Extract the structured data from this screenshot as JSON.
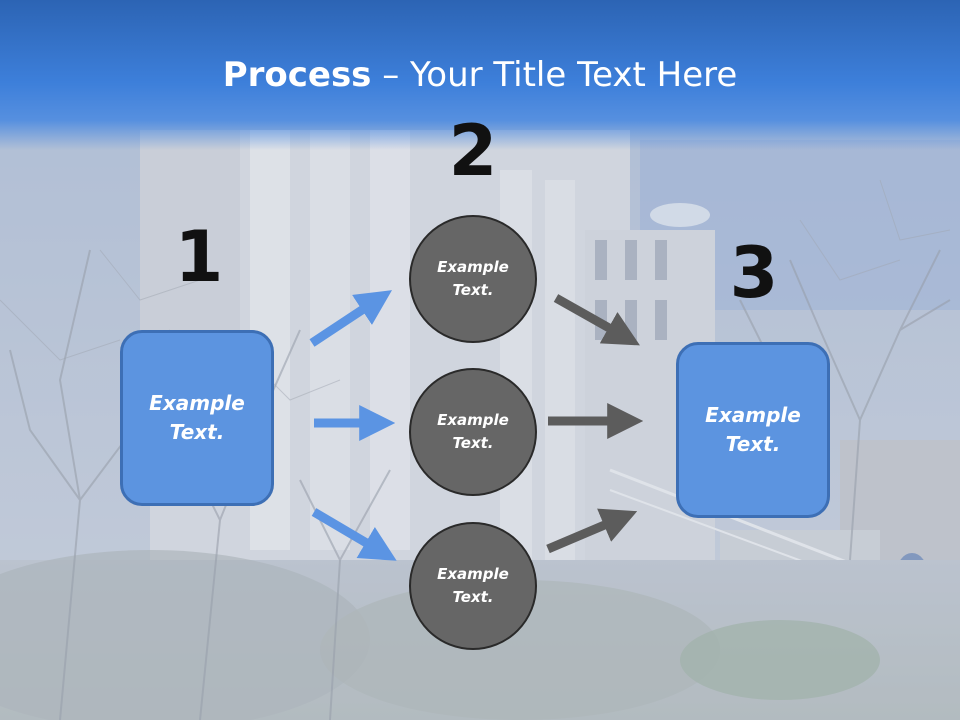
{
  "slide": {
    "title_bold": "Process",
    "title_rest": " – Your Title Text Here",
    "steps": [
      {
        "number": "1",
        "label": "Example Text."
      },
      {
        "number": "2",
        "label": "Example Text."
      },
      {
        "number": "3",
        "label": "Example Text."
      }
    ],
    "middle_nodes": [
      {
        "label": "Example Text."
      },
      {
        "label": "Example Text."
      },
      {
        "label": "Example Text."
      }
    ]
  },
  "colors": {
    "header": "#3d7fda",
    "box_fill": "#5c94e0",
    "circle_fill": "#666666",
    "arrow_blue": "#5b94e3",
    "arrow_gray": "#5c5c5c"
  },
  "background": {
    "icon": "campus-building-photo-icon"
  }
}
